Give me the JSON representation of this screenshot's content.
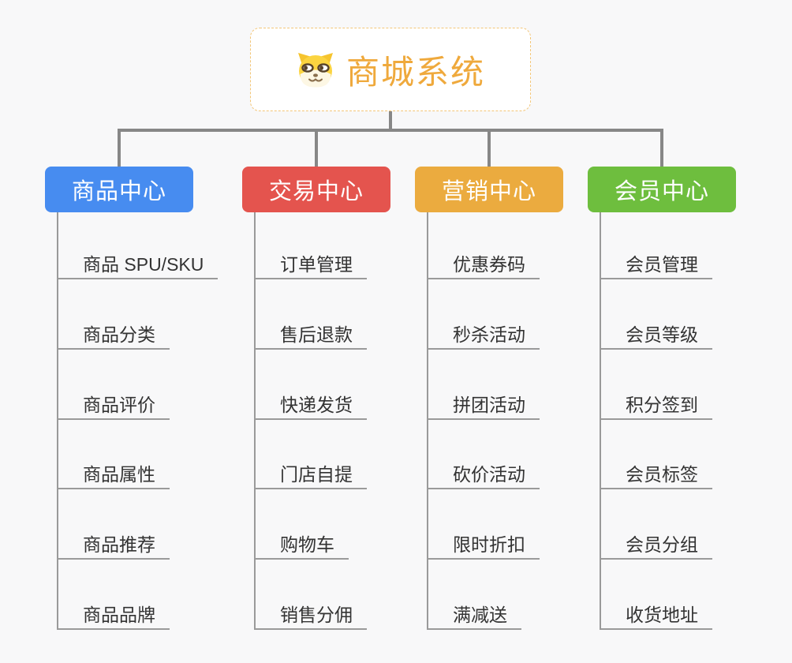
{
  "root": {
    "title": "商城系统",
    "icon": "doge-icon",
    "title_color": "#efa93c",
    "border_color": "#f3c678",
    "background": "#ffffff"
  },
  "connector_color": "#878787",
  "line_color": "#9a9a9a",
  "canvas_background": "#f8f8f9",
  "branches": [
    {
      "label": "商品中心",
      "color": "#478cf0",
      "items": [
        "商品 SPU/SKU",
        "商品分类",
        "商品评价",
        "商品属性",
        "商品推荐",
        "商品品牌"
      ]
    },
    {
      "label": "交易中心",
      "color": "#e4544e",
      "items": [
        "订单管理",
        "售后退款",
        "快递发货",
        "门店自提",
        "购物车",
        "销售分佣"
      ]
    },
    {
      "label": "营销中心",
      "color": "#ebab3f",
      "items": [
        "优惠券码",
        "秒杀活动",
        "拼团活动",
        "砍价活动",
        "限时折扣",
        "满减送"
      ]
    },
    {
      "label": "会员中心",
      "color": "#6ebe3e",
      "items": [
        "会员管理",
        "会员等级",
        "积分签到",
        "会员标签",
        "会员分组",
        "收货地址"
      ]
    }
  ]
}
